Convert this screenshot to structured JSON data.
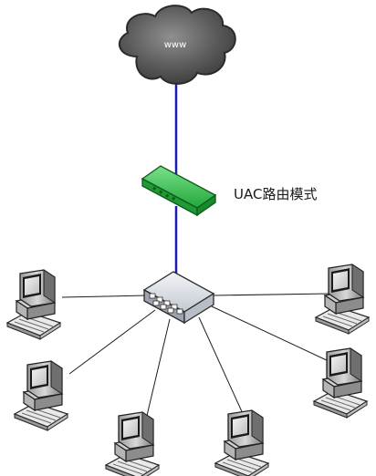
{
  "internet": {
    "label": "www"
  },
  "gateway": {
    "label": "UAC路由模式"
  },
  "colors": {
    "uplink": "#1a1ab4",
    "lan_link": "#1e1e1e",
    "cloud_dark": "#4a4a4a",
    "cloud_light": "#8a8a8a",
    "gateway_green": "#2fbf4a",
    "switch_gray": "#cfd4dc"
  },
  "nodes": [
    {
      "id": "cloud",
      "type": "cloud-icon"
    },
    {
      "id": "uac-gateway",
      "type": "network-appliance-icon"
    },
    {
      "id": "switch",
      "type": "switch-icon"
    },
    {
      "id": "pc-1",
      "type": "computer-icon"
    },
    {
      "id": "pc-2",
      "type": "computer-icon"
    },
    {
      "id": "pc-3",
      "type": "computer-icon"
    },
    {
      "id": "pc-4",
      "type": "computer-icon"
    },
    {
      "id": "pc-5",
      "type": "computer-icon"
    },
    {
      "id": "pc-6",
      "type": "computer-icon"
    }
  ],
  "edges": [
    {
      "from": "cloud",
      "to": "uac-gateway",
      "kind": "uplink"
    },
    {
      "from": "uac-gateway",
      "to": "switch",
      "kind": "uplink"
    },
    {
      "from": "switch",
      "to": "pc-1",
      "kind": "lan"
    },
    {
      "from": "switch",
      "to": "pc-2",
      "kind": "lan"
    },
    {
      "from": "switch",
      "to": "pc-3",
      "kind": "lan"
    },
    {
      "from": "switch",
      "to": "pc-4",
      "kind": "lan"
    },
    {
      "from": "switch",
      "to": "pc-5",
      "kind": "lan"
    },
    {
      "from": "switch",
      "to": "pc-6",
      "kind": "lan"
    }
  ]
}
